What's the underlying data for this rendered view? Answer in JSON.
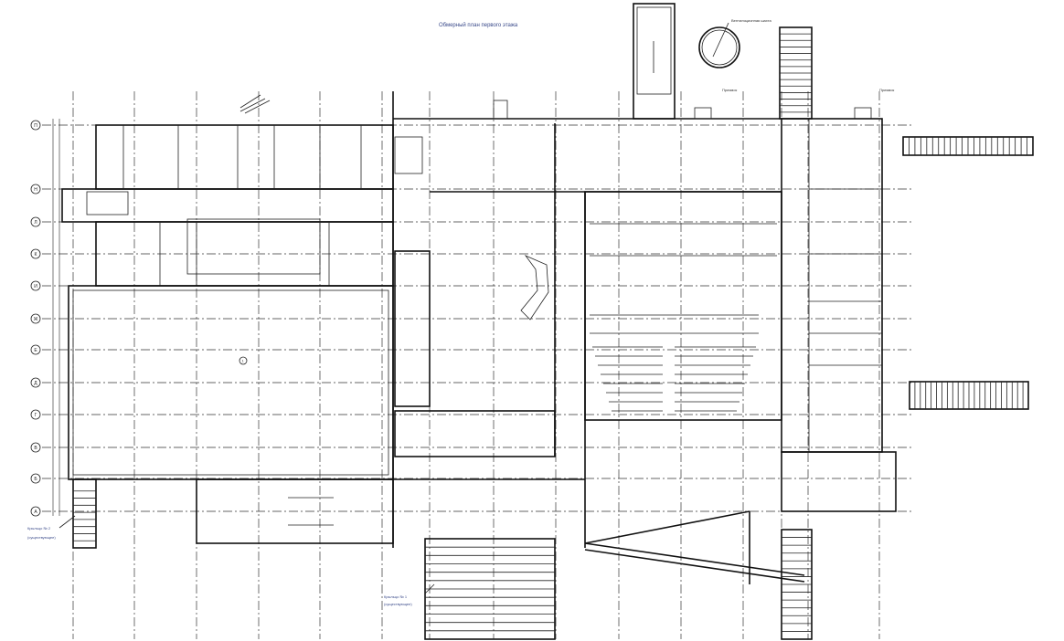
{
  "title": "Обмерный план первого этажа",
  "axes_rows": [
    "П",
    "Н",
    "Л",
    "К",
    "И",
    "Ж",
    "Е",
    "Д",
    "Г",
    "В",
    "Б",
    "А"
  ],
  "labels": {
    "shaft": "Вентиляционная шахта",
    "pit_left": "Приямок",
    "pit_right": "Приямок",
    "porch2": "Крыльцо № 2",
    "porch2_note": "(существующее)",
    "porch1": "Крыльцо № 1",
    "porch1_note": "(существующее)",
    "hall_room": "1"
  }
}
